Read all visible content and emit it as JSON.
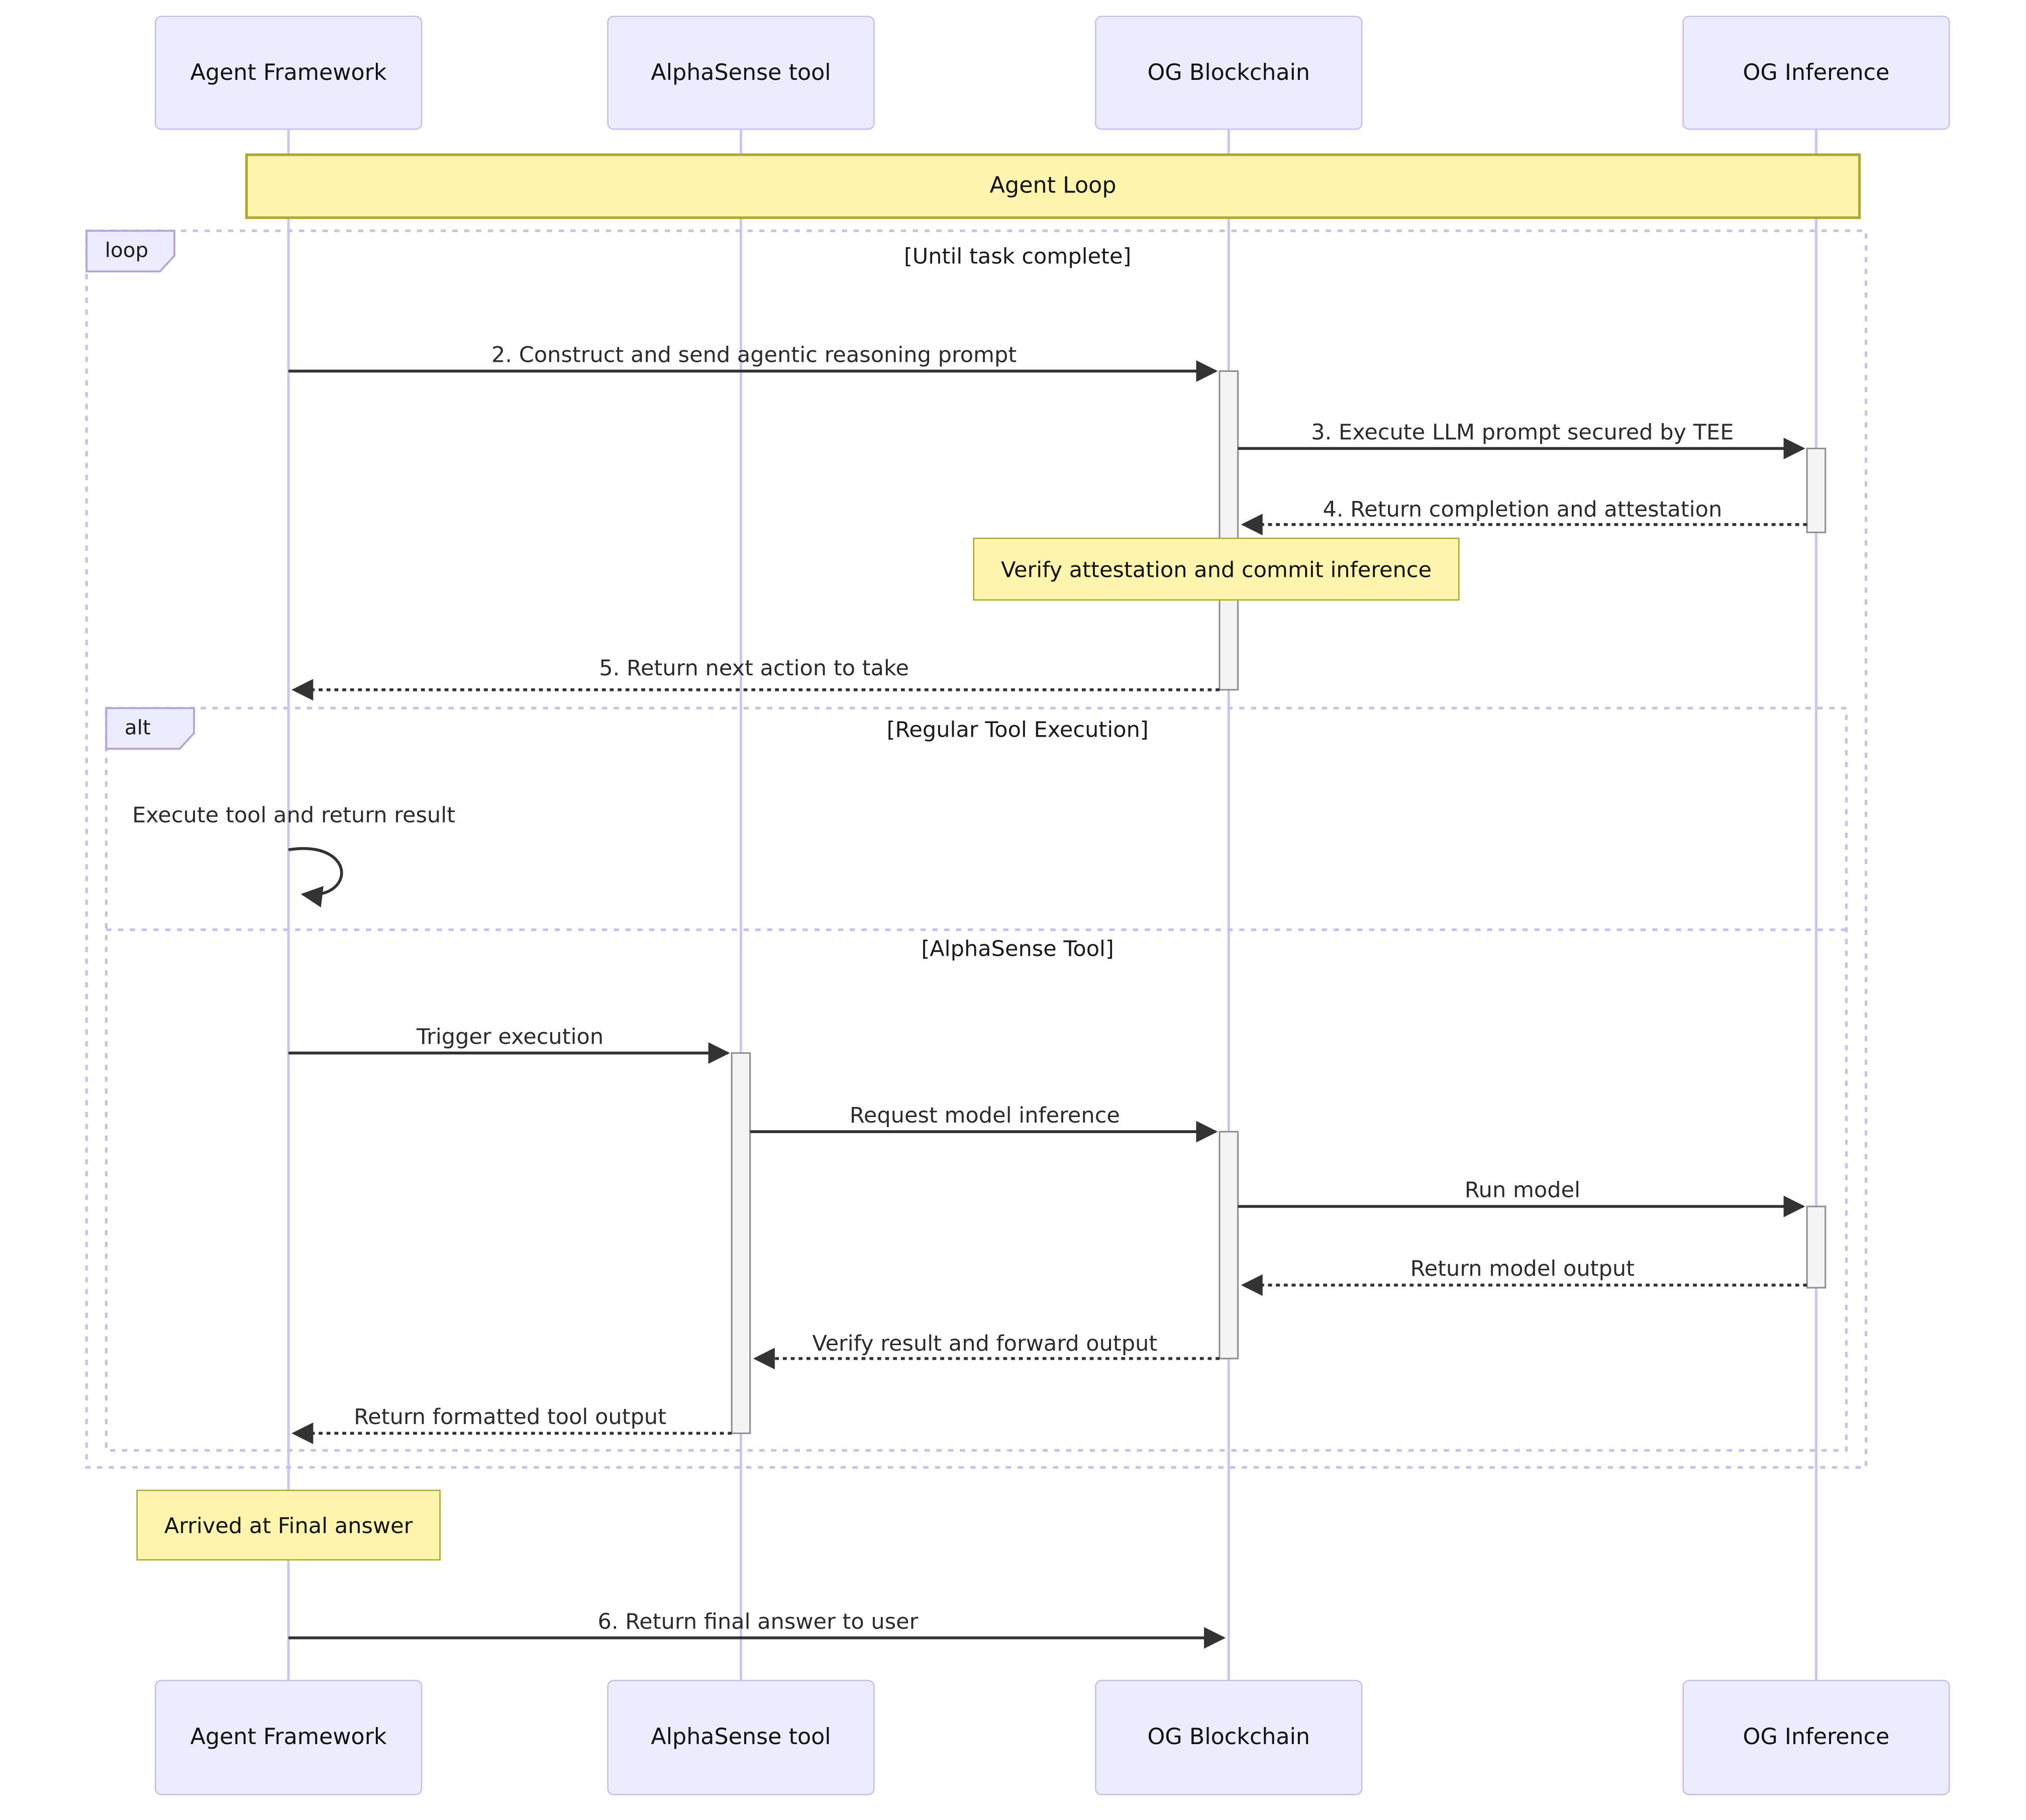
{
  "diagram": {
    "type": "sequence-diagram",
    "title": "Agent Loop",
    "participants": [
      {
        "id": "agent-framework",
        "label": "Agent Framework"
      },
      {
        "id": "alphasense-tool",
        "label": "AlphaSense tool"
      },
      {
        "id": "og-blockchain",
        "label": "OG Blockchain"
      },
      {
        "id": "og-inference",
        "label": "OG Inference"
      }
    ],
    "frames": {
      "loop": {
        "label": "loop",
        "condition": "[Until task complete]"
      },
      "alt": {
        "label": "alt",
        "branch_regular": "[Regular Tool Execution]",
        "branch_alphasense": "[AlphaSense Tool]"
      }
    },
    "messages": {
      "m2": "2. Construct and send agentic reasoning prompt",
      "m3": "3. Execute LLM prompt secured by TEE",
      "m4": "4. Return completion and attestation",
      "m5": "5. Return next action to take",
      "self_exec": "Execute tool and return result",
      "trigger": "Trigger execution",
      "request": "Request model inference",
      "run": "Run model",
      "return_output": "Return model output",
      "verify": "Verify result and forward output",
      "formatted": "Return formatted tool output",
      "m6": "6. Return final answer to user"
    },
    "notes": {
      "verify_note": "Verify attestation and commit inference",
      "final_note": "Arrived at Final answer"
    },
    "colors": {
      "actor_fill": "#ECECFF",
      "actor_border": "#C9BEE8",
      "lifeline": "#CFC6EE",
      "frame_border": "#C9C0EA",
      "note_fill": "#FFF5AD",
      "note_border": "#AAAA33",
      "activation_fill": "#F4F4F4",
      "activation_border": "#909090",
      "arrow": "#333333"
    }
  }
}
